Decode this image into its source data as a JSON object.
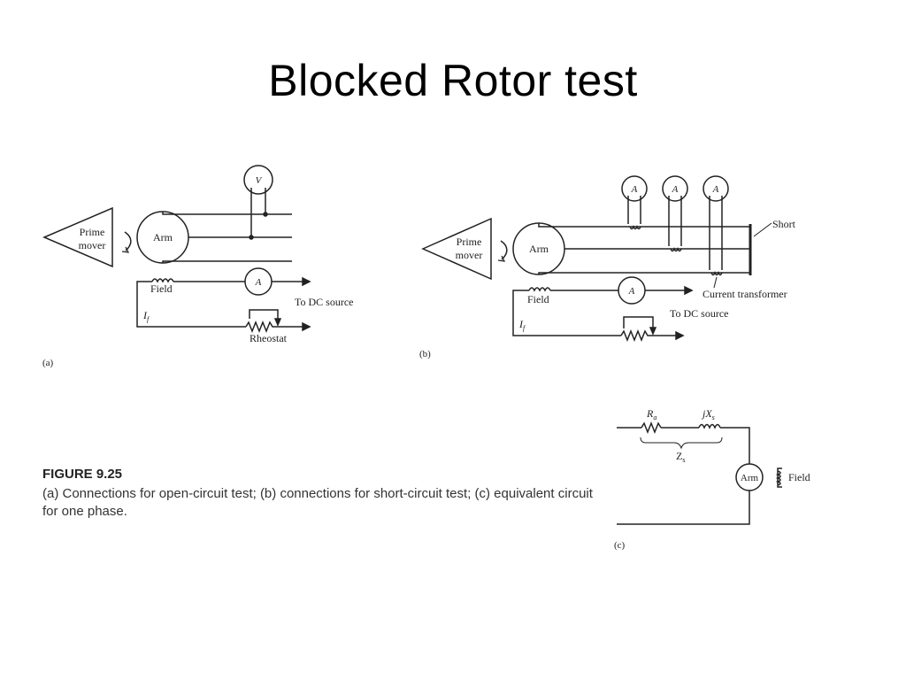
{
  "slide": {
    "title": "Blocked Rotor test"
  },
  "diagram_a": {
    "panel_label": "(a)",
    "prime_mover_line1": "Prime",
    "prime_mover_line2": "mover",
    "armature_label": "Arm",
    "voltmeter_label": "V",
    "ammeter_label": "A",
    "field_label": "Field",
    "field_current_label": "I",
    "field_current_sub": "f",
    "dc_source_label": "To DC source",
    "rheostat_label": "Rheostat"
  },
  "diagram_b": {
    "panel_label": "(b)",
    "prime_mover_line1": "Prime",
    "prime_mover_line2": "mover",
    "armature_label": "Arm",
    "phase_ammeter_label": "A",
    "short_label": "Short",
    "current_transformer_label": "Current transformer",
    "field_ammeter_label": "A",
    "field_label": "Field",
    "dc_source_label": "To DC source",
    "field_current_label": "I",
    "field_current_sub": "f"
  },
  "diagram_c": {
    "panel_label": "(c)",
    "resistance_label": "R",
    "resistance_sub": "a",
    "reactance_label": "jX",
    "reactance_sub": "s",
    "impedance_label": "Z",
    "impedance_sub": "s",
    "armature_label": "Arm",
    "field_label": "Field"
  },
  "caption": {
    "figure_number": "FIGURE 9.25",
    "text": "(a) Connections for open-circuit test; (b) connections for short-circuit test; (c) equivalent circuit for one phase."
  }
}
